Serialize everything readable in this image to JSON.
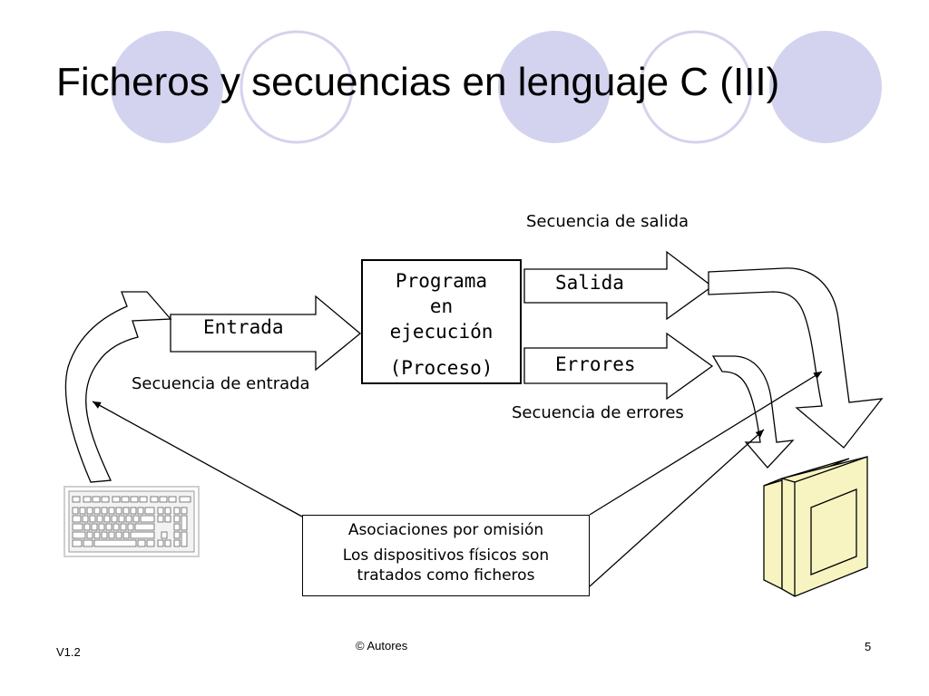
{
  "slide": {
    "title": "Ficheros y secuencias en lenguaje C (III)",
    "footer": {
      "version": "V1.2",
      "copyright": "© Autores",
      "page_number": "5"
    },
    "colors": {
      "decor_circle_fill": "#d3d3ef",
      "decor_circle_stroke": "#d3d3ef",
      "monitor_fill": "#f7f4c2"
    }
  },
  "diagram": {
    "process_box": {
      "name": "Programa\nen\nejecución",
      "sub": "(Proceso)"
    },
    "arrows": {
      "input": "Entrada",
      "output": "Salida",
      "errors": "Errores"
    },
    "labels": {
      "output_stream": "Secuencia de salida",
      "input_stream": "Secuencia de entrada",
      "error_stream": "Secuencia de errores"
    },
    "association_box": {
      "title": "Asociaciones por omisión",
      "description": "Los dispositivos físicos son\ntratados como ficheros"
    },
    "icons": [
      "keyboard-icon",
      "monitor-icon"
    ]
  }
}
